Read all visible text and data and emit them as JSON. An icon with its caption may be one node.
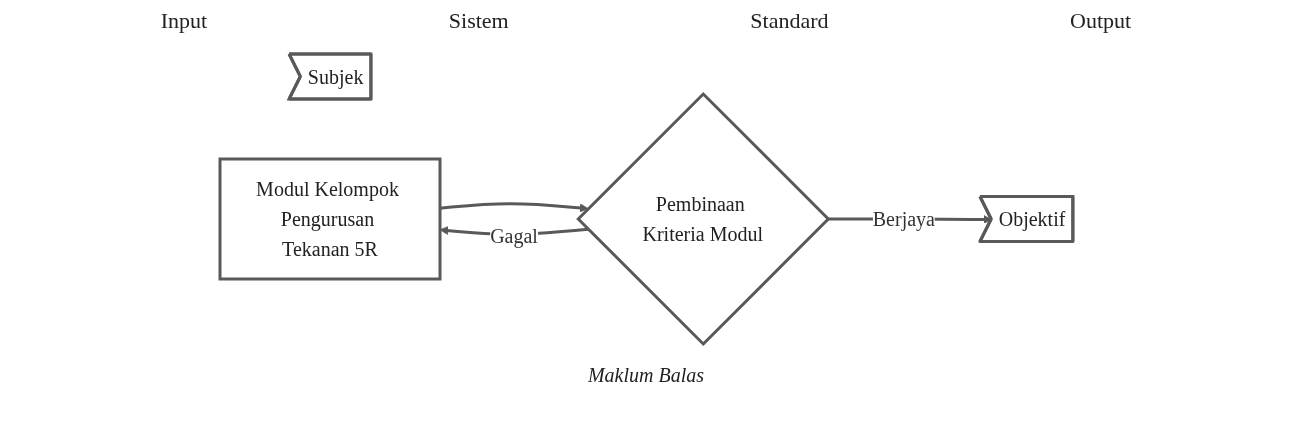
{
  "diagram": {
    "nodes": [
      {
        "text": [
          "Subjek"
        ]
      },
      {
        "text": [
          "Modul Kelompok Pengurusan Tekanan 5R"
        ]
      },
      {
        "text": [
          "Pembinaan Kriteria Modul"
        ]
      },
      {
        "text": [
          "Objektif"
        ]
      }
    ],
    "edges": [
      {
        "from": 1,
        "to": 2,
        "arrow": "to"
      },
      {
        "from": 2,
        "to": 3,
        "arrow": "to",
        "label": "Berjaya"
      },
      {
        "from": 2,
        "to": 1,
        "arrow": "to",
        "label": "Gagal"
      }
    ],
    "labels": [
      "Input",
      "Sistem",
      "Standard",
      "Output",
      "Maklum Balas"
    ]
  }
}
